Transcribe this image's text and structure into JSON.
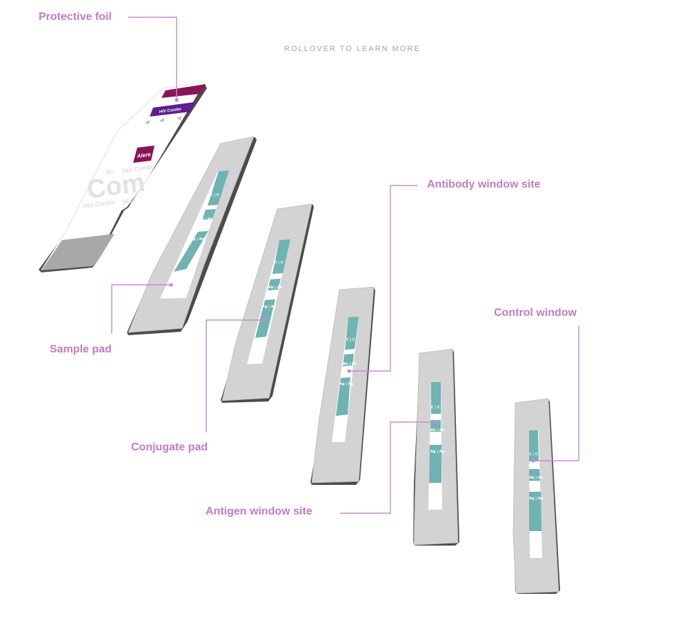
{
  "hint": "ROLLOVER TO LEARN MORE",
  "labels": {
    "protective_foil": "Protective foil",
    "sample_pad": "Sample pad",
    "conjugate_pad": "Conjugate pad",
    "antibody_window_site": "Antibody window site",
    "control_window": "Control window",
    "antigen_window_site": "Antigen window site"
  },
  "foil": {
    "product_band": "HIV Combo",
    "brand": "Alere",
    "big_text": "Com",
    "small_text_1": "HIV Combo",
    "small_text_2": "HIV Combo",
    "small_text_3": "HIV",
    "small_text_4": "bo"
  },
  "strip_marks": {
    "control": "C | C",
    "antibody": "Ab | Ab",
    "antigen": "Ag | Ag"
  },
  "colors": {
    "label": "#c07dc4",
    "foil_magenta": "#8a1556",
    "foil_purple": "#5c1f8c",
    "teal": "#6fb3b2",
    "tray": "#d3d3d3"
  }
}
